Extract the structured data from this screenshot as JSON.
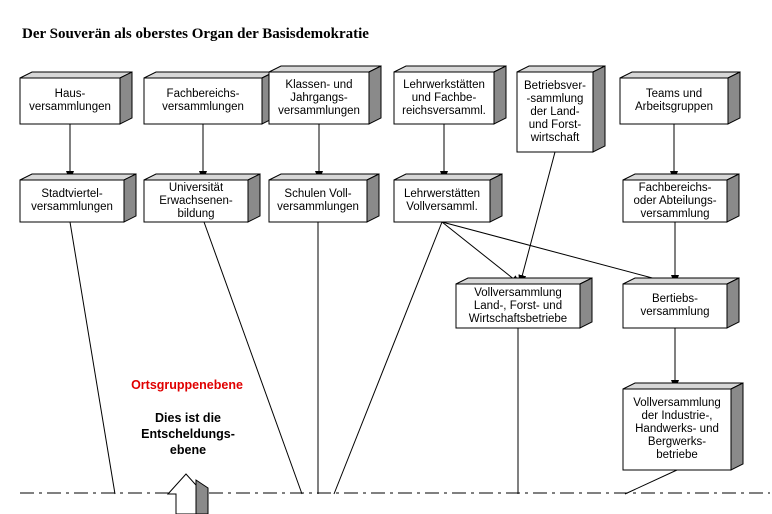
{
  "title": "Der Souverän als oberstes Organ der Basisdemokratie",
  "nodes": [
    {
      "id": "haus",
      "label": "Haus-\nversammlungen"
    },
    {
      "id": "fachbereichs",
      "label": "Fachbereichs-\nversammlungen"
    },
    {
      "id": "klassen",
      "label": "Klassen- und\nJahrgangs-\nversammlungen"
    },
    {
      "id": "lehrwerk",
      "label": "Lehrwerkstätten\nund Fachbe-\nreichsversamml."
    },
    {
      "id": "betriebsver",
      "label": "Betriebsver-\n-sammlung\nder Land-\nund Forst-\nwirtschaft"
    },
    {
      "id": "teams",
      "label": "Teams und\nArbeitsgruppen"
    },
    {
      "id": "stadtviertel",
      "label": "Stadtviertel-\nversammlungen"
    },
    {
      "id": "universitaet",
      "label": "Universität\nErwachsenen-\nbildung"
    },
    {
      "id": "schulen",
      "label": "Schulen Voll-\nversammlungen"
    },
    {
      "id": "lehrwerk_voll",
      "label": "Lehrwerstätten\nVollversamml."
    },
    {
      "id": "fachbereichs_abt",
      "label": "Fachbereichs-\noder Abteilungs-\nversammlung"
    },
    {
      "id": "vv_land",
      "label": "Vollversammlung\nLand-, Forst- und\nWirtschaftsbetriebe"
    },
    {
      "id": "betriebs_vers",
      "label": "Bertiebs-\nversammlung"
    },
    {
      "id": "vv_industrie",
      "label": "Vollversammlung\nder Industrie-,\nHandwerks- und\nBergwerks-\nbetriebe"
    }
  ],
  "edges": [
    {
      "from": "haus",
      "to": "stadtviertel"
    },
    {
      "from": "fachbereichs",
      "to": "universitaet"
    },
    {
      "from": "klassen",
      "to": "schulen"
    },
    {
      "from": "lehrwerk",
      "to": "lehrwerk_voll"
    },
    {
      "from": "teams",
      "to": "fachbereichs_abt"
    },
    {
      "from": "betriebsver",
      "to": "vv_land"
    },
    {
      "from": "lehrwerk_voll",
      "to": "vv_land"
    },
    {
      "from": "lehrwerk_voll",
      "to": "betriebs_vers"
    },
    {
      "from": "fachbereichs_abt",
      "to": "betriebs_vers"
    },
    {
      "from": "betriebs_vers",
      "to": "vv_industrie"
    }
  ],
  "level_label": "Ortsgruppenebene",
  "level_label_color": "#e00000",
  "decision_label": "Dies ist die\nEntscheldungs-\nebene"
}
